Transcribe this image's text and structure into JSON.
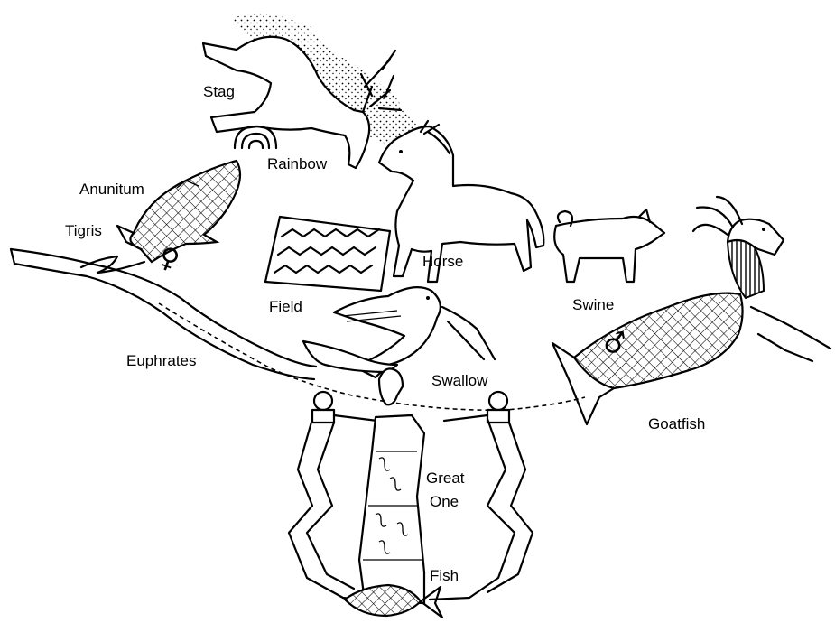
{
  "labels": {
    "stag": "Stag",
    "rainbow": "Rainbow",
    "anunitum": "Anunitum",
    "tigris": "Tigris",
    "field": "Field",
    "horse": "Horse",
    "swine": "Swine",
    "euphrates": "Euphrates",
    "swallow": "Swallow",
    "goatfish": "Goatfish",
    "great_one_line1": "Great",
    "great_one_line2": "One",
    "fish": "Fish"
  },
  "symbols": {
    "female": "♀",
    "male": "♂"
  },
  "colors": {
    "ink": "#000000",
    "background": "#ffffff"
  }
}
